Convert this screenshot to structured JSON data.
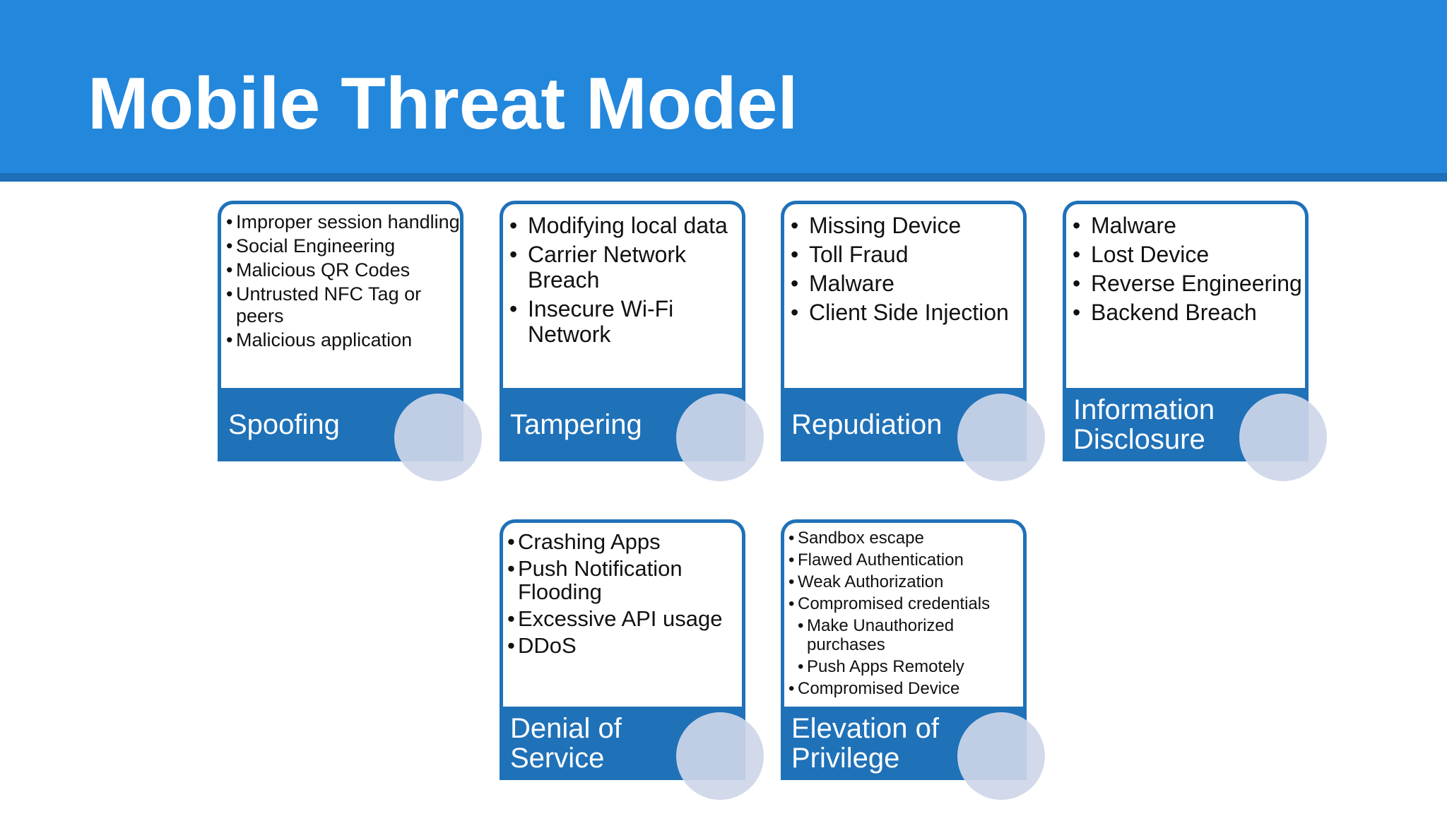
{
  "slide": {
    "title": "Mobile Threat Model",
    "colors": {
      "header": "#2387dc",
      "card_accent": "#1f71b8",
      "circle": "#cdd6e8"
    }
  },
  "cards": [
    {
      "label": "Spoofing",
      "items": [
        "Improper session handling",
        "Social Engineering",
        "Malicious QR Codes",
        "Untrusted NFC Tag or peers",
        "Malicious application"
      ]
    },
    {
      "label": "Tampering",
      "items": [
        "Modifying local data",
        "Carrier Network Breach",
        "Insecure Wi-Fi Network"
      ]
    },
    {
      "label": "Repudiation",
      "items": [
        "Missing Device",
        "Toll Fraud",
        "Malware",
        "Client Side Injection"
      ]
    },
    {
      "label": "Information Disclosure",
      "items": [
        "Malware",
        "Lost Device",
        "Reverse Engineering",
        "Backend Breach"
      ]
    },
    {
      "label": "Denial of Service",
      "items": [
        "Crashing Apps",
        "Push Notification Flooding",
        "Excessive API usage",
        "DDoS"
      ]
    },
    {
      "label": "Elevation of Privilege",
      "items": [
        "Sandbox escape",
        "Flawed Authentication",
        "Weak Authorization",
        "Compromised credentials",
        "Make Unauthorized purchases",
        "Push Apps Remotely",
        "Compromised Device"
      ]
    }
  ]
}
